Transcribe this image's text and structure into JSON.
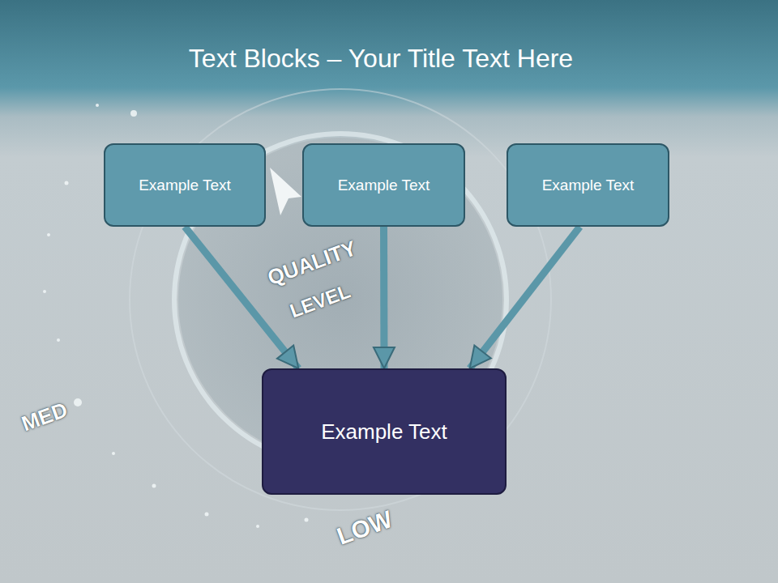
{
  "diagram": {
    "title": "Text Blocks – Your Title Text Here",
    "nodes": [
      {
        "text": [
          "Example Text"
        ]
      },
      {
        "text": [
          "Example Text"
        ]
      },
      {
        "text": [
          "Example Text"
        ]
      },
      {
        "text": [
          "Example Text"
        ]
      }
    ],
    "edges": [
      {
        "from": 0,
        "to": 3,
        "arrow": "to"
      },
      {
        "from": 1,
        "to": 3,
        "arrow": "to"
      },
      {
        "from": 2,
        "to": 3,
        "arrow": "to"
      }
    ],
    "labels": [
      "QUALITY",
      "LEVEL",
      "MED",
      "LOW"
    ]
  }
}
